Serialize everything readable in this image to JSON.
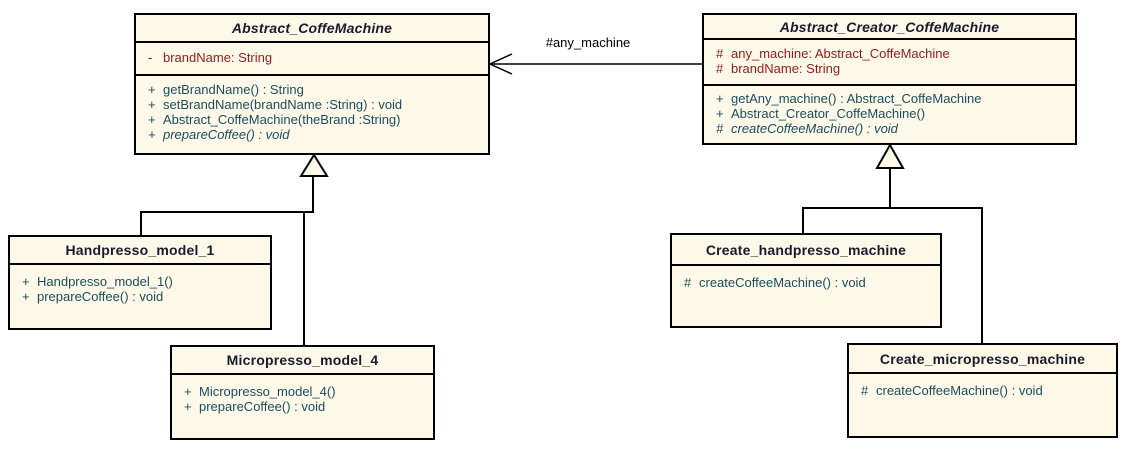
{
  "diagram": {
    "association_label": "#any_machine",
    "classes": {
      "abstract_coffe_machine": {
        "title": "Abstract_CoffeMachine",
        "attributes": [
          {
            "vis": "-",
            "text": "brandName: String"
          }
        ],
        "methods": [
          {
            "vis": "+",
            "text": "getBrandName() : String"
          },
          {
            "vis": "+",
            "text": "setBrandName(brandName :String) : void"
          },
          {
            "vis": "+",
            "text": "Abstract_CoffeMachine(theBrand :String)"
          },
          {
            "vis": "+",
            "text": "prepareCoffee() : void"
          }
        ]
      },
      "abstract_creator": {
        "title": "Abstract_Creator_CoffeMachine",
        "attributes": [
          {
            "vis": "#",
            "text": "any_machine: Abstract_CoffeMachine"
          },
          {
            "vis": "#",
            "text": "brandName: String"
          }
        ],
        "methods": [
          {
            "vis": "+",
            "text": "getAny_machine() : Abstract_CoffeMachine"
          },
          {
            "vis": "+",
            "text": "Abstract_Creator_CoffeMachine()"
          },
          {
            "vis": "#",
            "text": "createCoffeeMachine() : void"
          }
        ]
      },
      "handpresso": {
        "title": "Handpresso_model_1",
        "methods": [
          {
            "vis": "+",
            "text": "Handpresso_model_1()"
          },
          {
            "vis": "+",
            "text": "prepareCoffee() : void"
          }
        ]
      },
      "micropresso": {
        "title": "Micropresso_model_4",
        "methods": [
          {
            "vis": "+",
            "text": "Micropresso_model_4()"
          },
          {
            "vis": "+",
            "text": "prepareCoffee() : void"
          }
        ]
      },
      "create_handpresso": {
        "title": "Create_handpresso_machine",
        "methods": [
          {
            "vis": "#",
            "text": "createCoffeeMachine() : void"
          }
        ]
      },
      "create_micropresso": {
        "title": "Create_micropresso_machine",
        "methods": [
          {
            "vis": "#",
            "text": "createCoffeeMachine() : void"
          }
        ]
      }
    }
  },
  "colors": {
    "box-fill": "#fdf8e8",
    "line": "#000000",
    "title-text": "#1a1a2e",
    "attribute-text": "#8f1d1d",
    "method-text": "#1a4e5e",
    "label-text": "#000000",
    "background": "#ffffff"
  }
}
